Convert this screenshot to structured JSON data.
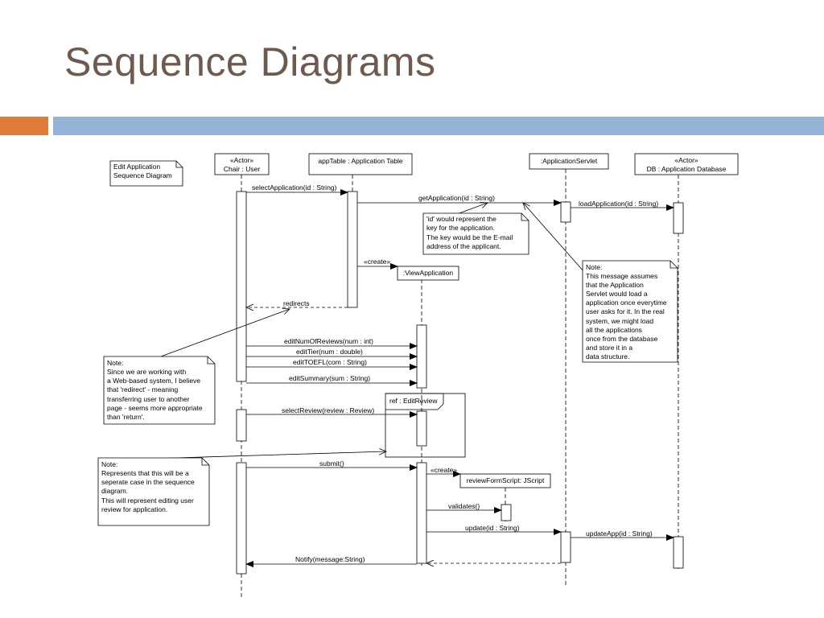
{
  "slide": {
    "title": "Sequence Diagrams"
  },
  "diagram": {
    "name_note": [
      "Edit Application",
      "Sequence Diagram"
    ],
    "participants": {
      "chair": [
        "«Actor»",
        "Chair : User"
      ],
      "apptable": [
        "appTable : Application Table"
      ],
      "servlet": [
        ":ApplicationServlet"
      ],
      "db": [
        "«Actor»",
        "DB : Application Database"
      ],
      "viewapp": [
        ":ViewApplication"
      ],
      "formscript": [
        "reviewFormScript: JScript"
      ]
    },
    "messages": {
      "select_application": "selectApplication(id : String)",
      "get_application": "getApplication(id : String)",
      "load_application": "loadApplication(id : String)",
      "create_1": "«create»",
      "redirects": "redirects",
      "edit_num_reviews": "editNumOfReviews(num : int)",
      "edit_tier": "editTier(num : double)",
      "edit_toefl": "editTOEFL(com : String)",
      "edit_summary": "editSummary(sum : String)",
      "select_review": "selectReview(review : Review)",
      "submit": "submit()",
      "create_2": "«create»",
      "validates": "validates()",
      "update": "update(id : String)",
      "update_app": "updateApp(id : String)",
      "notify": "Notify(message:String)"
    },
    "ref_frame": "ref : EditReview",
    "notes": {
      "id_key": [
        "'id' would represent the",
        "key for the application.",
        "The key would be the E-mail",
        "address of the applicant."
      ],
      "servlet": [
        "Note:",
        "This message assumes",
        "that the Application",
        "Servlet would load a",
        "application once everytime",
        "user asks for it. In the real",
        "system, we might load",
        "all the applications",
        "once from the database",
        "and store it in a",
        "data structure."
      ],
      "redirect": [
        "Note:",
        "Since we are working with",
        "a Web-based system, I believe",
        "that 'redirect' - meaning",
        "transferring user to another",
        "page - seems more appropriate",
        "than 'return'."
      ],
      "review": [
        "Note:",
        "Represents that this will be a",
        "seperate case in the sequence",
        "diagram.",
        "This will represent editing user",
        "review for application."
      ]
    }
  }
}
